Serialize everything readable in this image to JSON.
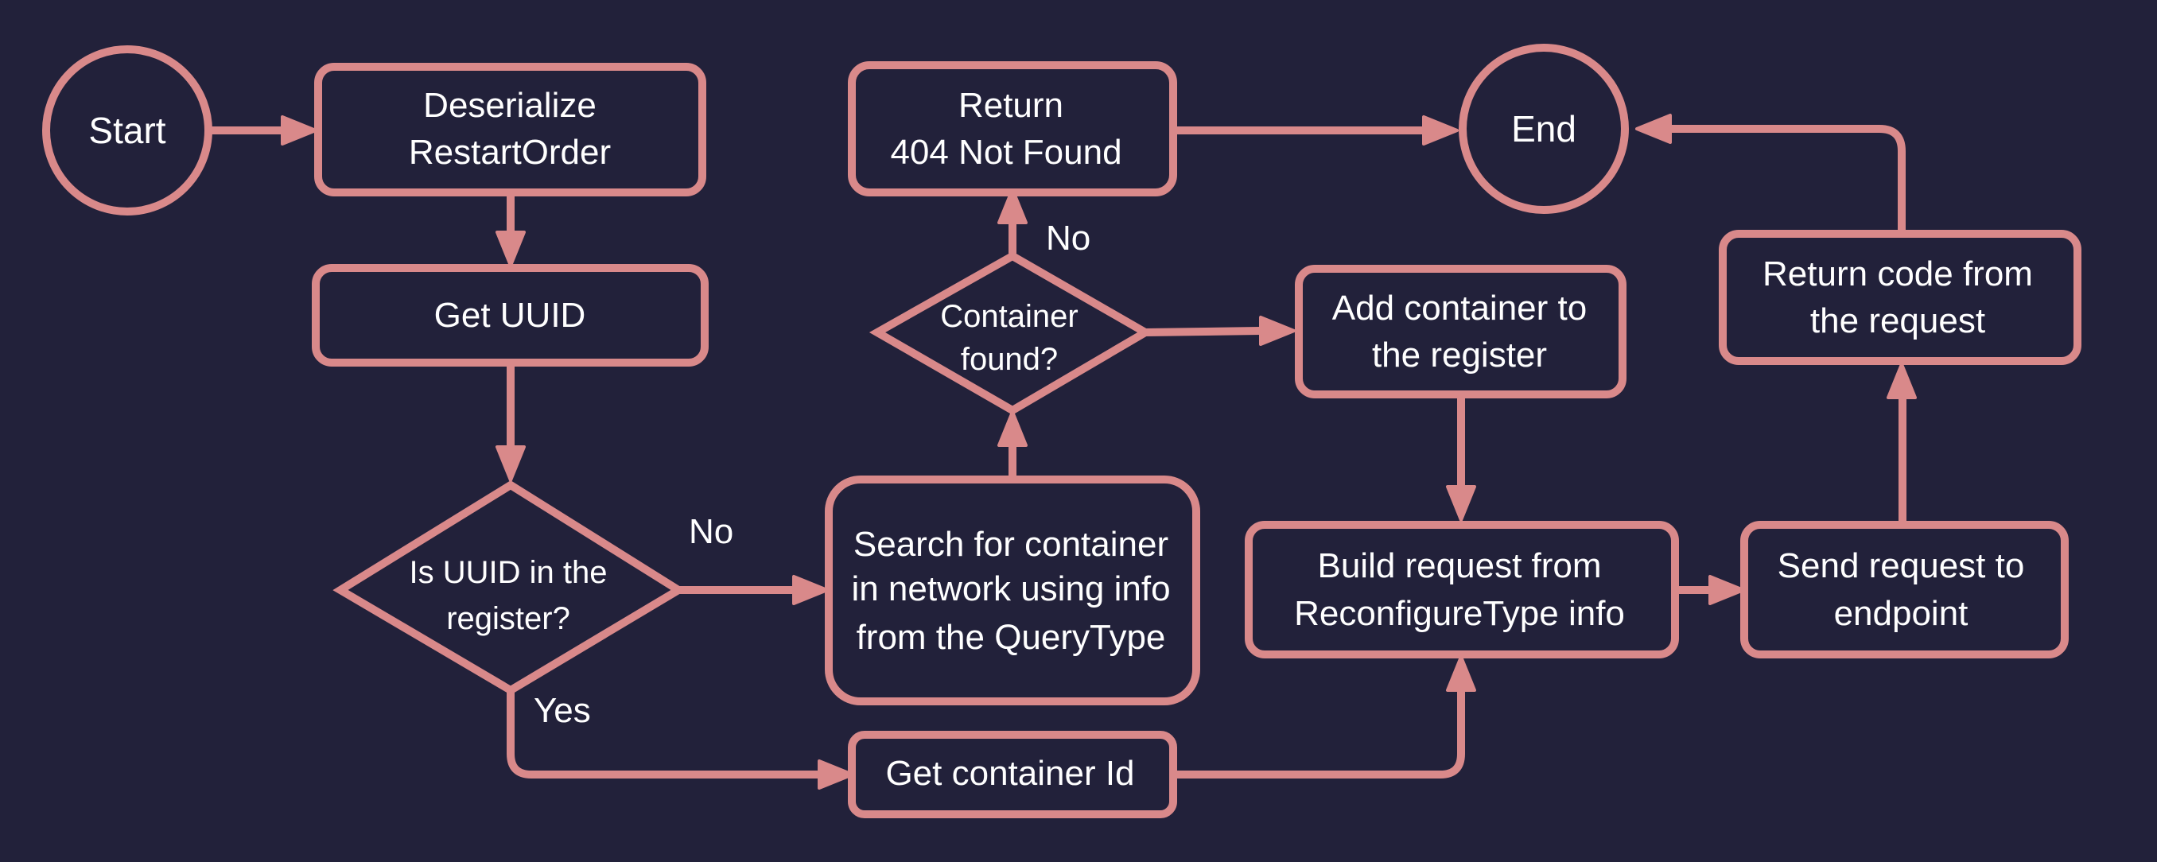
{
  "diagram": {
    "colors": {
      "background": "#22213a",
      "stroke": "#d9898a",
      "text": "#ffffff"
    },
    "nodes": {
      "start": {
        "shape": "circle",
        "lines": [
          "Start"
        ]
      },
      "deserialize": {
        "shape": "rounded-rect",
        "lines": [
          "Deserialize",
          "RestartOrder"
        ]
      },
      "get_uuid": {
        "shape": "rounded-rect",
        "lines": [
          "Get UUID"
        ]
      },
      "is_uuid": {
        "shape": "diamond",
        "lines": [
          "Is UUID in the",
          "register?"
        ]
      },
      "search": {
        "shape": "rounded-rect",
        "lines": [
          "Search for container",
          "in network using info",
          "from the QueryType"
        ]
      },
      "container_found": {
        "shape": "diamond",
        "lines": [
          "Container",
          "found?"
        ]
      },
      "return_404": {
        "shape": "rounded-rect",
        "lines": [
          "Return",
          "404 Not Found"
        ]
      },
      "end": {
        "shape": "circle",
        "lines": [
          "End"
        ]
      },
      "add_container": {
        "shape": "rounded-rect",
        "lines": [
          "Add container to",
          "the register"
        ]
      },
      "build_request": {
        "shape": "rounded-rect",
        "lines": [
          "Build request from",
          "ReconfigureType info"
        ]
      },
      "send_request": {
        "shape": "rounded-rect",
        "lines": [
          "Send request to",
          "endpoint"
        ]
      },
      "return_code": {
        "shape": "rounded-rect",
        "lines": [
          "Return code from",
          "the request"
        ]
      },
      "get_container_id": {
        "shape": "rounded-rect",
        "lines": [
          "Get container Id"
        ]
      }
    },
    "edge_labels": {
      "uuid_no": "No",
      "uuid_yes": "Yes",
      "found_no": "No"
    },
    "edges": [
      {
        "from": "start",
        "to": "deserialize"
      },
      {
        "from": "deserialize",
        "to": "get_uuid"
      },
      {
        "from": "get_uuid",
        "to": "is_uuid"
      },
      {
        "from": "is_uuid",
        "to": "search",
        "label": "No"
      },
      {
        "from": "is_uuid",
        "to": "get_container_id",
        "label": "Yes"
      },
      {
        "from": "search",
        "to": "container_found"
      },
      {
        "from": "container_found",
        "to": "return_404",
        "label": "No"
      },
      {
        "from": "container_found",
        "to": "add_container"
      },
      {
        "from": "return_404",
        "to": "end"
      },
      {
        "from": "add_container",
        "to": "build_request"
      },
      {
        "from": "get_container_id",
        "to": "build_request"
      },
      {
        "from": "build_request",
        "to": "send_request"
      },
      {
        "from": "send_request",
        "to": "return_code"
      },
      {
        "from": "return_code",
        "to": "end"
      }
    ]
  }
}
